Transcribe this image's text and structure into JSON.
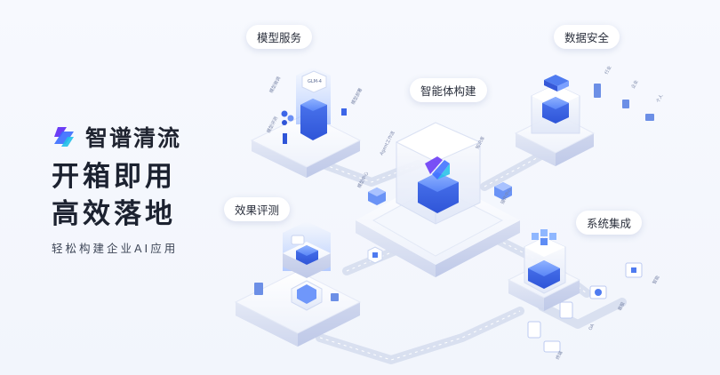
{
  "brand": {
    "name": "智谱清流",
    "logo_icon": "zhipu-qingliu-logo",
    "colors": [
      "#6b3df5",
      "#3a6cff",
      "#21c0e8"
    ]
  },
  "headline": {
    "line1": "开箱即用",
    "line2": "高效落地"
  },
  "tagline": "轻松构建企业AI应用",
  "modules": {
    "model_service": "模型服务",
    "agent_build": "智能体构建",
    "data_security": "数据安全",
    "effect_evaluation": "效果评测",
    "system_integration": "系统集成"
  },
  "accent_color": "#3b6cf6"
}
